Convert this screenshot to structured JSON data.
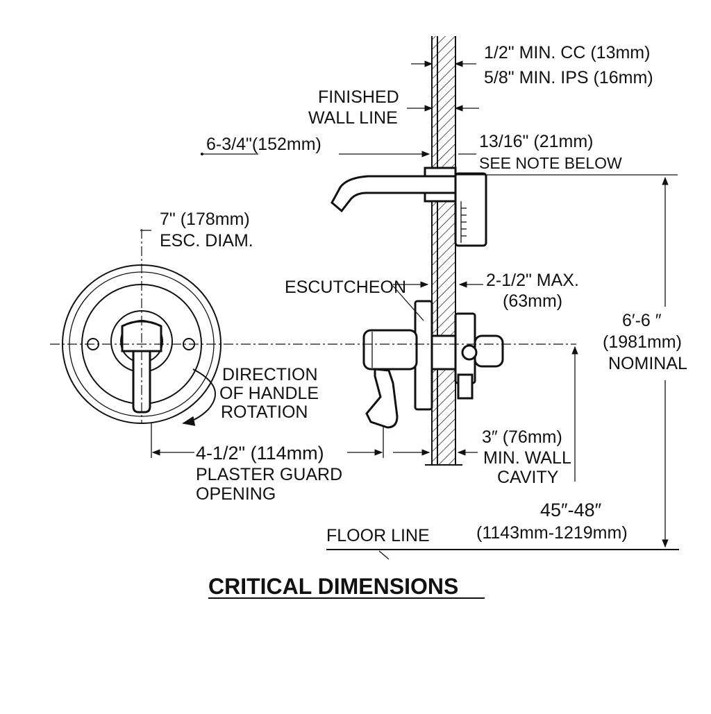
{
  "labels": {
    "cc_min": "1/2\" MIN. CC (13mm)",
    "ips_min": "5/8\" MIN. IPS (16mm)",
    "finished_1": "FINISHED",
    "finished_2": "WALL LINE",
    "dim_6_3_4": "6-3/4\"(152mm)",
    "dim_13_16": "13/16\" (21mm)",
    "see_note": "SEE NOTE BELOW",
    "esc_dia_1": "7\" (178mm)",
    "esc_dia_2": "ESC. DIAM.",
    "escutcheon": "ESCUTCHEON",
    "max_1": "2-1/2\" MAX.",
    "max_2": "(63mm)",
    "nominal_1": "6′-6 ″",
    "nominal_2": "(1981mm)",
    "nominal_3": "NOMINAL",
    "rotation_1": "DIRECTION",
    "rotation_2": "OF HANDLE",
    "rotation_3": "ROTATION",
    "plaster_1": "4-1/2\" (114mm)",
    "plaster_2": "PLASTER GUARD",
    "plaster_3": "OPENING",
    "cavity_1": "3″ (76mm)",
    "cavity_2": "MIN. WALL",
    "cavity_3": "CAVITY",
    "height_1": "45″-48″",
    "height_2": "(1143mm-1219mm)",
    "floor_line": "FLOOR LINE",
    "title": "CRITICAL DIMENSIONS"
  }
}
